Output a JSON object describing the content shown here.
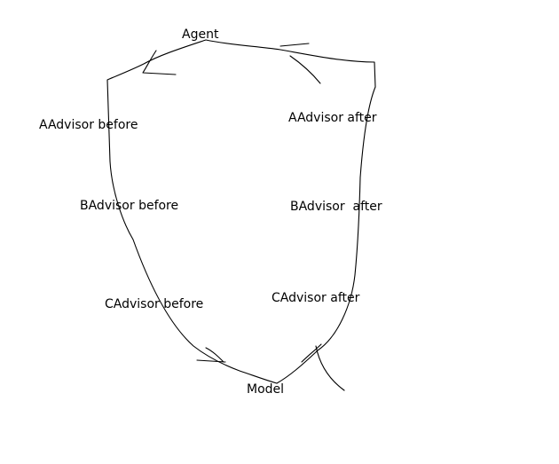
{
  "diagram": {
    "labels": {
      "agent": "Agent",
      "model": "Model",
      "a_before": "AAdvisor before",
      "b_before": "BAdvisor before",
      "c_before": "CAdvisor before",
      "a_after": "AAdvisor after",
      "b_after": "BAdvisor  after",
      "c_after": "CAdvisor after"
    },
    "stroke_color": "#000000",
    "background_color": "#ffffff"
  }
}
